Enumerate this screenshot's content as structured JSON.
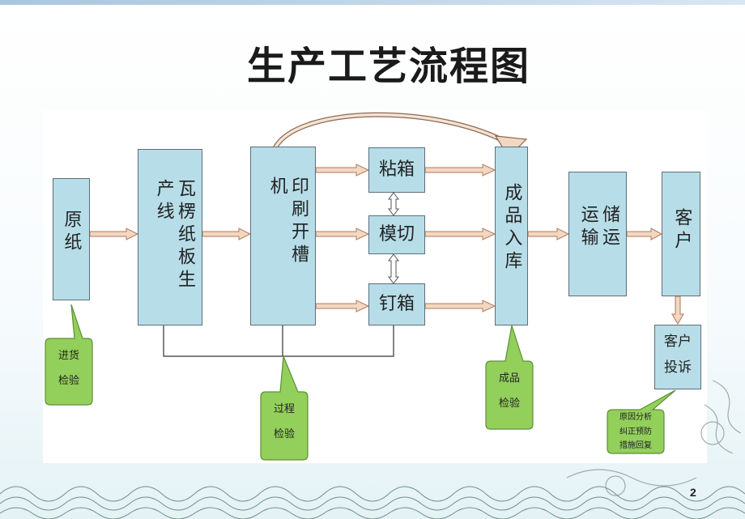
{
  "title": "生产工艺流程图",
  "page_number": "2",
  "nodes": {
    "raw_paper": "原纸",
    "corrugated_line": "瓦楞纸板生产线",
    "printer_slotter": "印刷开槽机",
    "gluing": "粘箱",
    "die_cut": "模切",
    "stitching": "钉箱",
    "warehouse": "成品入库",
    "logistics": "储运运输",
    "customer": "客户",
    "complaint_line1": "客户",
    "complaint_line2": "投诉"
  },
  "callouts": {
    "incoming_line1": "进货",
    "incoming_line2": "检验",
    "process_line1": "过程",
    "process_line2": "检验",
    "product_line1": "成品",
    "product_line2": "检验",
    "corrective_line1": "原因分析",
    "corrective_line2": "纠正预防",
    "corrective_line3": "措施回复"
  },
  "colors": {
    "box_fill": "#b7dde8",
    "box_border": "#5d6e7a",
    "arrow_fill": "#f2d7c2",
    "arrow_stroke": "#b07a5a",
    "callout_fill": "#93cf5b",
    "callout_stroke": "#5d8f34"
  }
}
